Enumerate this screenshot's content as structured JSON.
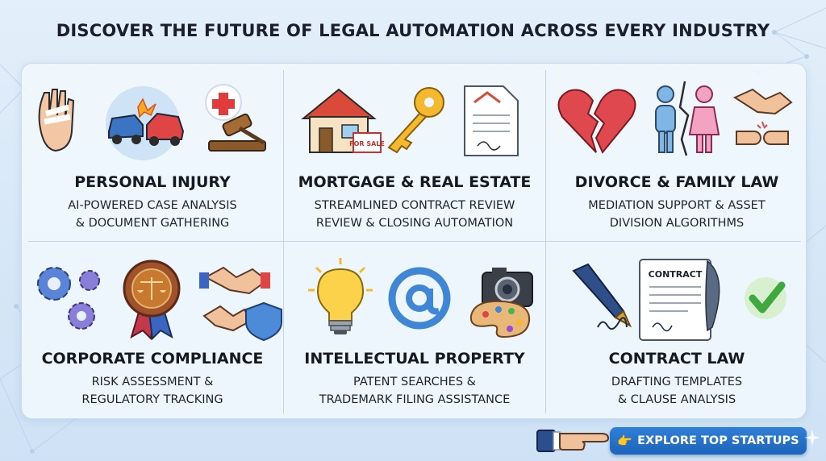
{
  "page": {
    "title": "DISCOVER THE FUTURE OF LEGAL AUTOMATION ACROSS EVERY INDUSTRY"
  },
  "cards": [
    {
      "title": "PERSONAL INJURY",
      "desc1": "AI-POWERED CASE ANALYSIS",
      "desc2": "& DOCUMENT GATHERING",
      "icons": [
        "bandaged-hand-icon",
        "car-crash-icon",
        "medical-cross-icon",
        "gavel-icon"
      ]
    },
    {
      "title": "MORTGAGE & REAL ESTATE",
      "desc1": "STREAMLINED CONTRACT REVIEW",
      "desc2": "REVIEW & CLOSING AUTOMATION",
      "icons": [
        "house-icon",
        "key-icon",
        "deed-document-icon"
      ],
      "sign_text": "FOR SALE"
    },
    {
      "title": "DIVORCE & FAMILY LAW",
      "desc1": "MEDIATION SUPPORT & ASSET",
      "desc2": "DIVISION ALGORITHMS",
      "icons": [
        "broken-heart-icon",
        "separated-couple-icon",
        "handshake-icon",
        "fist-bump-icon"
      ]
    },
    {
      "title": "CORPORATE COMPLIANCE",
      "desc1": "RISK ASSESSMENT &",
      "desc2": "REGULATORY TRACKING",
      "icons": [
        "gears-icon",
        "scales-badge-icon",
        "handshake-icon",
        "shield-icon"
      ]
    },
    {
      "title": "INTELLECTUAL PROPERTY",
      "desc1": "PATENT SEARCHES &",
      "desc2": "TRADEMARK FILING ASSISTANCE",
      "icons": [
        "lightbulb-icon",
        "at-sign-icon",
        "camera-icon",
        "palette-icon"
      ]
    },
    {
      "title": "CONTRACT LAW",
      "desc1": "DRAFTING TEMPLATES",
      "desc2": "& CLAUSE ANALYSIS",
      "icons": [
        "fountain-pen-icon",
        "contract-document-icon",
        "checkmark-icon"
      ],
      "doc_text": "CONTRACT"
    }
  ],
  "cta": {
    "label": "EXPLORE TOP STARTUPS",
    "icon": "👉"
  },
  "colors": {
    "accent": "#1e64bd",
    "background": "#dbe9f7",
    "text": "#151922"
  }
}
